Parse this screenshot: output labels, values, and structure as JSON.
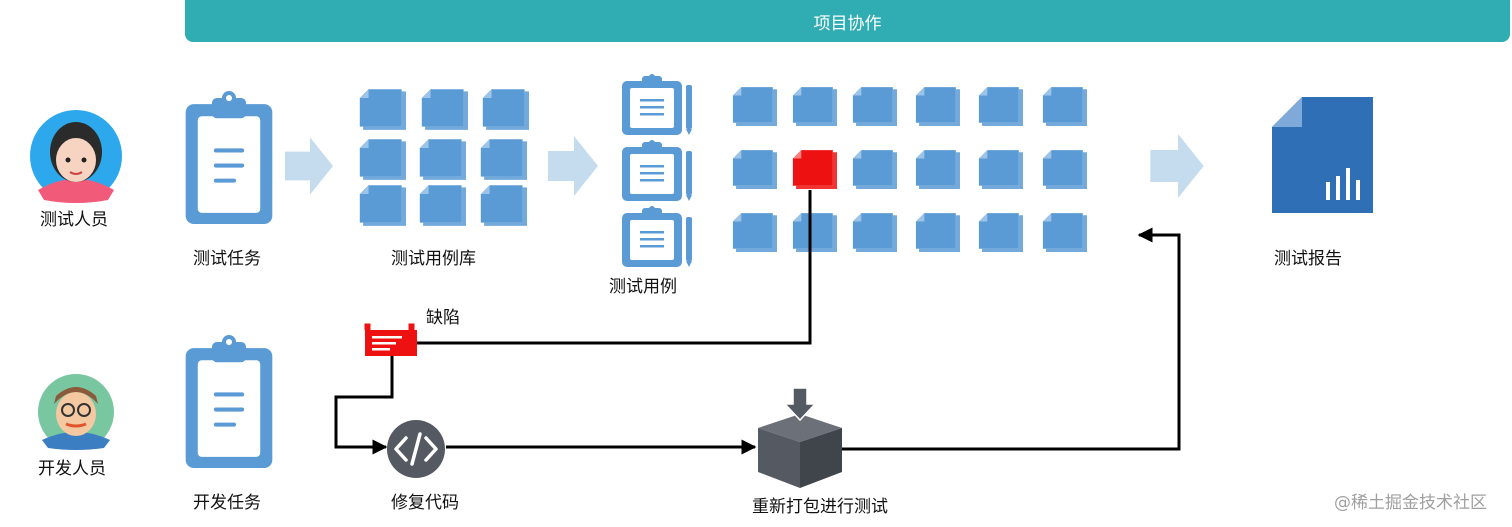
{
  "header": {
    "title": "项目协作"
  },
  "roles": {
    "tester": "测试人员",
    "developer": "开发人员"
  },
  "stages": {
    "test_task": "测试任务",
    "case_library": "测试用例库",
    "test_cases": "测试用例",
    "test_report": "测试报告",
    "defect": "缺陷",
    "dev_task": "开发任务",
    "fix_code": "修复代码",
    "repackage": "重新打包进行测试"
  },
  "watermark": "@稀土掘金技术社区",
  "colors": {
    "banner": "#2fadb3",
    "doc_blue": "#5b9bd5",
    "clip_blue": "#5b9bd5",
    "arrow_light": "#c5dcef",
    "defect_red": "#ee1111",
    "report_blue": "#2f6fb5",
    "dark_icon": "#555a62",
    "line": "#000000"
  },
  "icons": {
    "tester_avatar": "female-avatar-icon",
    "developer_avatar": "male-avatar-icon",
    "task": "clipboard-icon",
    "case": "document-stack-icon",
    "report": "report-document-icon",
    "defect": "defect-ticket-icon",
    "code": "code-icon",
    "package": "package-box-icon"
  }
}
